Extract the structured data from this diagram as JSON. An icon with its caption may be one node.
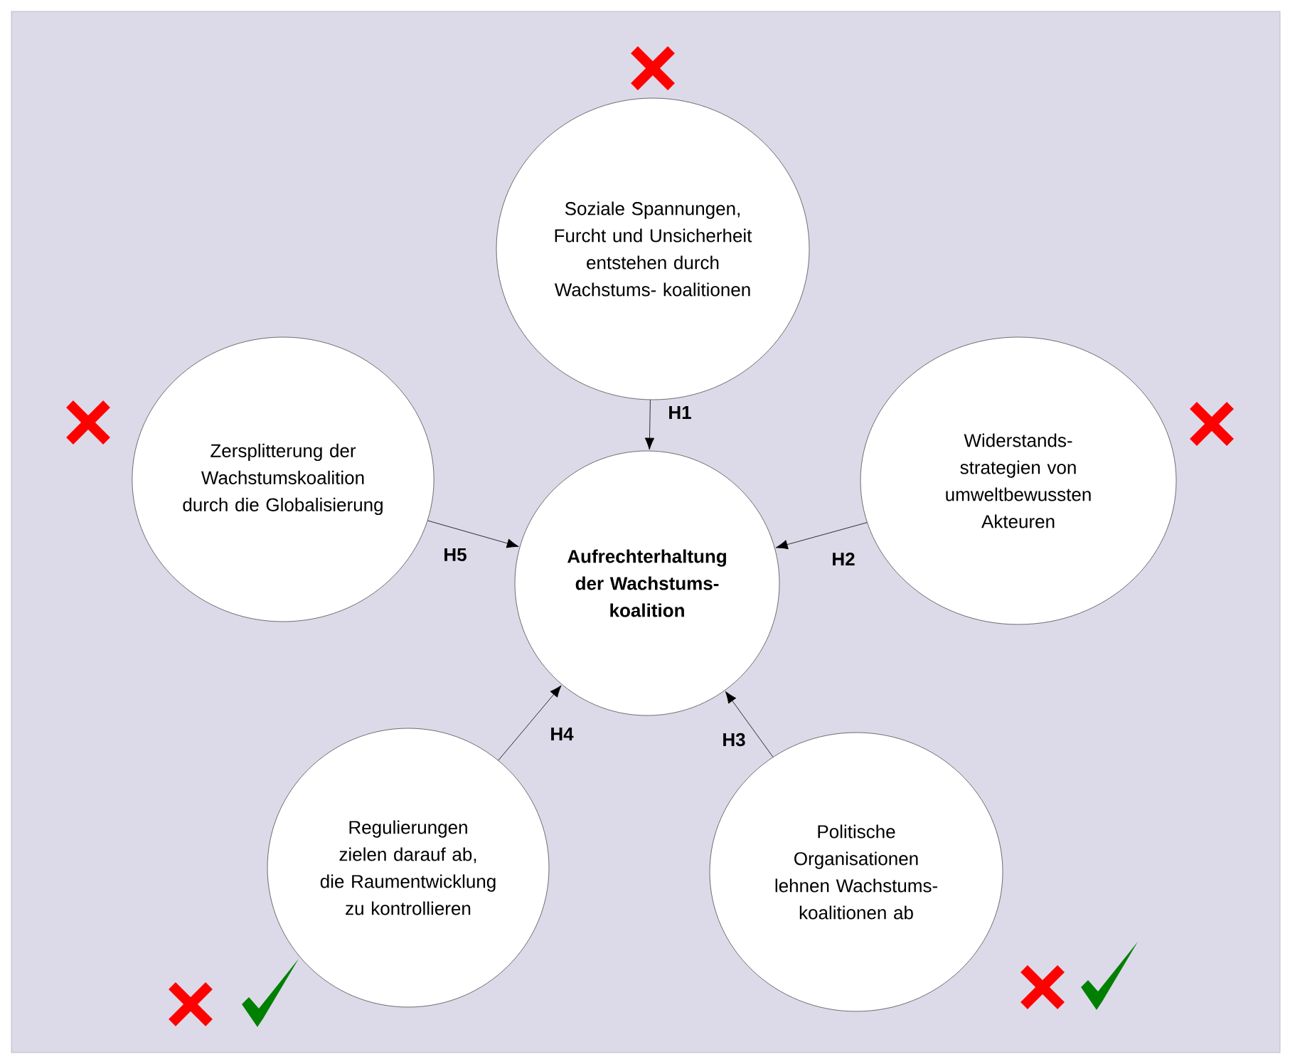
{
  "diagram": {
    "nodes": [
      {
        "text": [
          "Soziale Spannungen, Furcht und Unsicherheit entstehen durch Wachstums- koalitionen"
        ]
      },
      {
        "text": [
          "Zersplitterung der Wachstumskoalition durch die Globalisierung"
        ]
      },
      {
        "text": [
          "Widerstands- strategien von umweltbewussten Akteuren"
        ]
      },
      {
        "text": [
          "Aufrechterhaltung der Wachstums- koalition"
        ]
      },
      {
        "text": [
          "Regulierungen zielen darauf ab, die Raumentwicklung zu kontrollieren"
        ]
      },
      {
        "text": [
          "Politische Organisationen lehnen Wachstums- koalitionen ab"
        ]
      }
    ],
    "edges": [
      {
        "from": 0,
        "to": 3,
        "arrow": "to",
        "label": "H1"
      },
      {
        "from": 2,
        "to": 3,
        "arrow": "to",
        "label": "H2"
      },
      {
        "from": 5,
        "to": 3,
        "arrow": "to",
        "label": "H3"
      },
      {
        "from": 4,
        "to": 3,
        "arrow": "to",
        "label": "H4"
      },
      {
        "from": 1,
        "to": 3,
        "arrow": "to",
        "label": "H5"
      }
    ]
  }
}
